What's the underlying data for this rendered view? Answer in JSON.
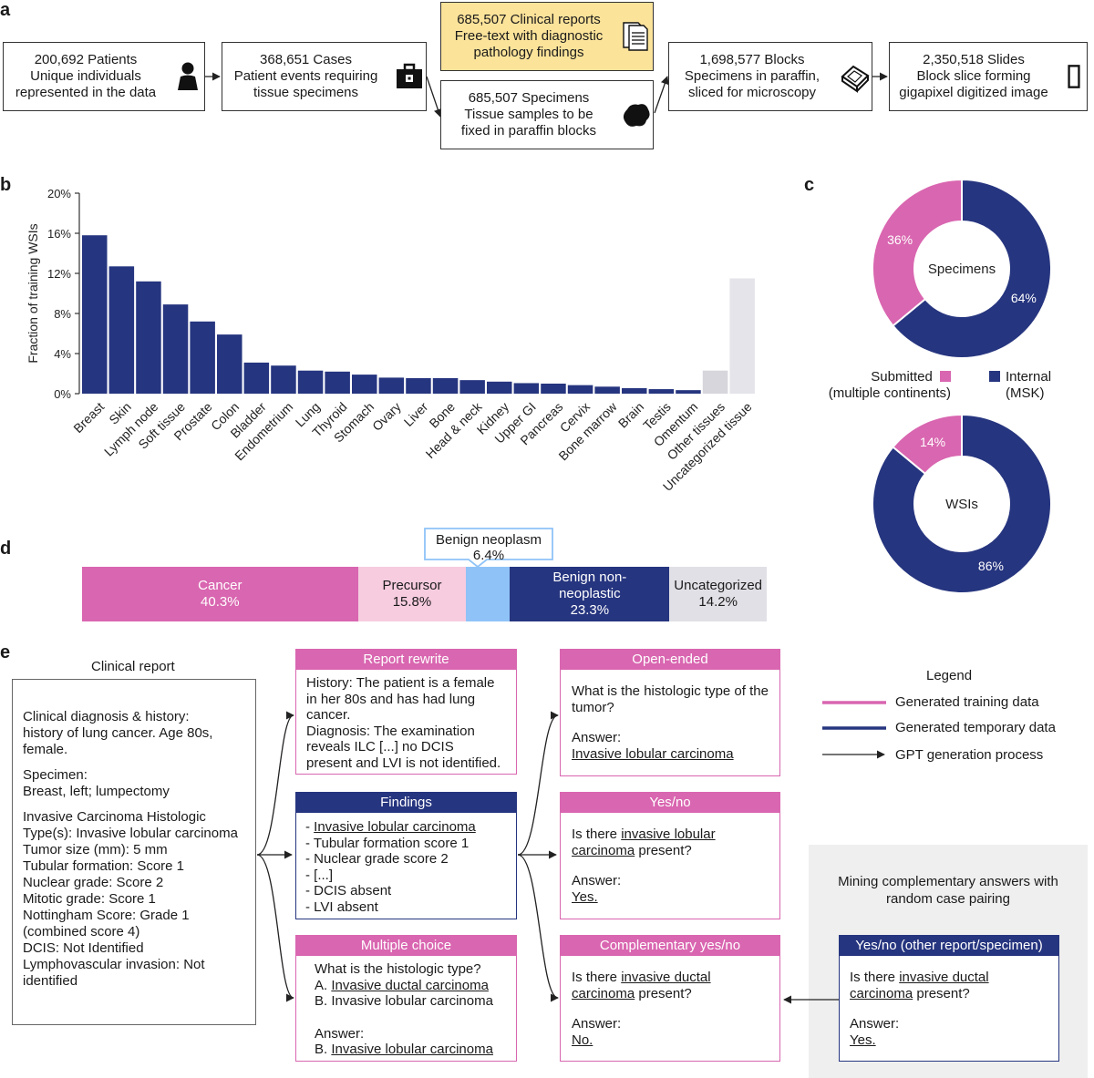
{
  "panels": {
    "a": "a",
    "b": "b",
    "c": "c",
    "d": "d",
    "e": "e"
  },
  "flow": {
    "patients": [
      "200,692 Patients",
      "Unique individuals",
      "represented in the data"
    ],
    "cases": [
      "368,651 Cases",
      "Patient events requiring",
      "tissue specimens"
    ],
    "reports": [
      "685,507 Clinical reports",
      "Free-text with diagnostic",
      "pathology findings"
    ],
    "specimens": [
      "685,507 Specimens",
      "Tissue samples to be",
      "fixed in paraffin blocks"
    ],
    "blocks": [
      "1,698,577 Blocks",
      "Specimens in paraffin,",
      "sliced for microscopy"
    ],
    "slides": [
      "2,350,518 Slides",
      "Block slice forming",
      "gigapixel digitized image"
    ],
    "icons": [
      "person-icon",
      "briefcase-icon",
      "document-icon",
      "tissue-blob-icon",
      "paraffin-block-icon",
      "slide-icon"
    ]
  },
  "chart_data": [
    {
      "type": "bar",
      "ylabel": "Fraction of training WSIs",
      "yticks": [
        "0%",
        "4%",
        "8%",
        "12%",
        "16%",
        "20%"
      ],
      "ylim": [
        0,
        20
      ],
      "categories": [
        "Breast",
        "Skin",
        "Lymph node",
        "Soft tissue",
        "Prostate",
        "Colon",
        "Bladder",
        "Endometrium",
        "Lung",
        "Thyroid",
        "Stomach",
        "Ovary",
        "Liver",
        "Bone",
        "Head & neck",
        "Kidney",
        "Upper GI",
        "Pancreas",
        "Cervix",
        "Bone marrow",
        "Brain",
        "Testis",
        "Omentum",
        "Other tissues",
        "Uncategorized tissue"
      ],
      "values": [
        15.8,
        12.7,
        11.2,
        8.9,
        7.2,
        5.9,
        3.1,
        2.8,
        2.3,
        2.2,
        1.9,
        1.6,
        1.55,
        1.55,
        1.35,
        1.2,
        1.05,
        1.0,
        0.85,
        0.7,
        0.55,
        0.45,
        0.35,
        2.3,
        11.5
      ],
      "colors": {
        "main": "#26357f",
        "other": "#d6d6dc",
        "uncategorized": "#e4e4ea"
      }
    },
    {
      "type": "pie",
      "title": "Specimens",
      "slices": [
        {
          "label": "Internal (MSK)",
          "value": 64,
          "display": "64%",
          "color": "#26357f"
        },
        {
          "label": "Submitted (multiple continents)",
          "value": 36,
          "display": "36%",
          "color": "#d966b0"
        }
      ]
    },
    {
      "type": "pie",
      "title": "WSIs",
      "slices": [
        {
          "label": "Internal (MSK)",
          "value": 86,
          "display": "86%",
          "color": "#26357f"
        },
        {
          "label": "Submitted (multiple continents)",
          "value": 14,
          "display": "14%",
          "color": "#d966b0"
        }
      ]
    },
    {
      "type": "bar",
      "orientation": "stacked-horizontal",
      "segments": [
        {
          "label": [
            "Cancer",
            "40.3%"
          ],
          "value": 40.3,
          "color": "#d966b0",
          "text_color": "#ffffff"
        },
        {
          "label": [
            "Precursor",
            "15.8%"
          ],
          "value": 15.8,
          "color": "#f7ccdf",
          "text_color": "#1a1a1a"
        },
        {
          "label": [
            "Benign neoplasm",
            "6.4%"
          ],
          "value": 6.4,
          "color": "#8fc3f7",
          "text_color": "#1a1a1a"
        },
        {
          "label": [
            "Benign non-",
            "neoplastic",
            "23.3%"
          ],
          "value": 23.3,
          "color": "#26357f",
          "text_color": "#ffffff"
        },
        {
          "label": [
            "Uncategorized",
            "14.2%"
          ],
          "value": 14.2,
          "color": "#e1e0e6",
          "text_color": "#1a1a1a"
        }
      ]
    }
  ],
  "pie_legend": {
    "submitted": [
      "Submitted",
      "(multiple continents)"
    ],
    "internal": [
      "Internal",
      "(MSK)"
    ]
  },
  "e": {
    "report_title": "Clinical report",
    "report_lines": [
      "Clinical diagnosis & history:",
      "history of lung cancer. Age 80s,",
      "female.",
      "",
      "Specimen:",
      "Breast, left; lumpectomy",
      "",
      "Invasive Carcinoma Histologic",
      "Type(s): Invasive lobular carcinoma",
      "Tumor size (mm): 5 mm",
      "Tubular formation: Score 1",
      "Nuclear grade: Score 2",
      "Mitotic grade: Score 1",
      "Nottingham Score: Grade 1",
      "(combined score 4)",
      "DCIS: Not Identified",
      "Lymphovascular invasion: Not",
      "identified"
    ],
    "rewrite": {
      "title": "Report rewrite",
      "lines": [
        "History: The patient is a female",
        "in her 80s and has had lung",
        "cancer.",
        "Diagnosis: The examination",
        "reveals ILC [...] no DCIS",
        "present and LVI is not identified."
      ]
    },
    "findings": {
      "title": "Findings",
      "first_prefix": "- ",
      "first_u": "Invasive lobular carcinoma",
      "lines": [
        "- Tubular formation score 1",
        "- Nuclear grade score 2",
        "- [...]",
        "- DCIS absent",
        "- LVI absent"
      ]
    },
    "multiple": {
      "title": "Multiple choice",
      "question": "What is the histologic type?",
      "a_prefix": "A. ",
      "a_u": "Invasive ductal carcinoma",
      "b": "B. Invasive lobular carcinoma",
      "answer_label": "Answer:",
      "ans_prefix": "B. ",
      "ans_u": "Invasive lobular carcinoma"
    },
    "open": {
      "title": "Open-ended",
      "q1": "What is the histologic type of the",
      "q2": "tumor?",
      "answer_label": "Answer:",
      "ans_u": "Invasive lobular carcinoma"
    },
    "yesno": {
      "title": "Yes/no",
      "q1_prefix": "Is there ",
      "q1_u": "invasive lobular",
      "q2_u": "carcinoma",
      "q2_suffix": " present?",
      "answer_label": "Answer:",
      "ans_u": "Yes."
    },
    "compl": {
      "title": "Complementary yes/no",
      "q1_prefix": "Is there ",
      "q1_u": "invasive ductal",
      "q2_u": "carcinoma",
      "q2_suffix": " present?",
      "answer_label": "Answer:",
      "ans_u": "No."
    },
    "mining": {
      "caption": [
        "Mining complementary answers with",
        "random case pairing"
      ],
      "title": "Yes/no (other report/specimen)",
      "q1_prefix": "Is there ",
      "q1_u": "invasive ductal",
      "q2_u": "carcinoma",
      "q2_suffix": " present?",
      "answer_label": "Answer:",
      "ans_u": "Yes."
    },
    "legend": {
      "title": "Legend",
      "training": "Generated training data",
      "temporary": "Generated temporary data",
      "gpt": "GPT generation process",
      "colors": {
        "training": "#d966b0",
        "temporary": "#26357f"
      }
    }
  }
}
